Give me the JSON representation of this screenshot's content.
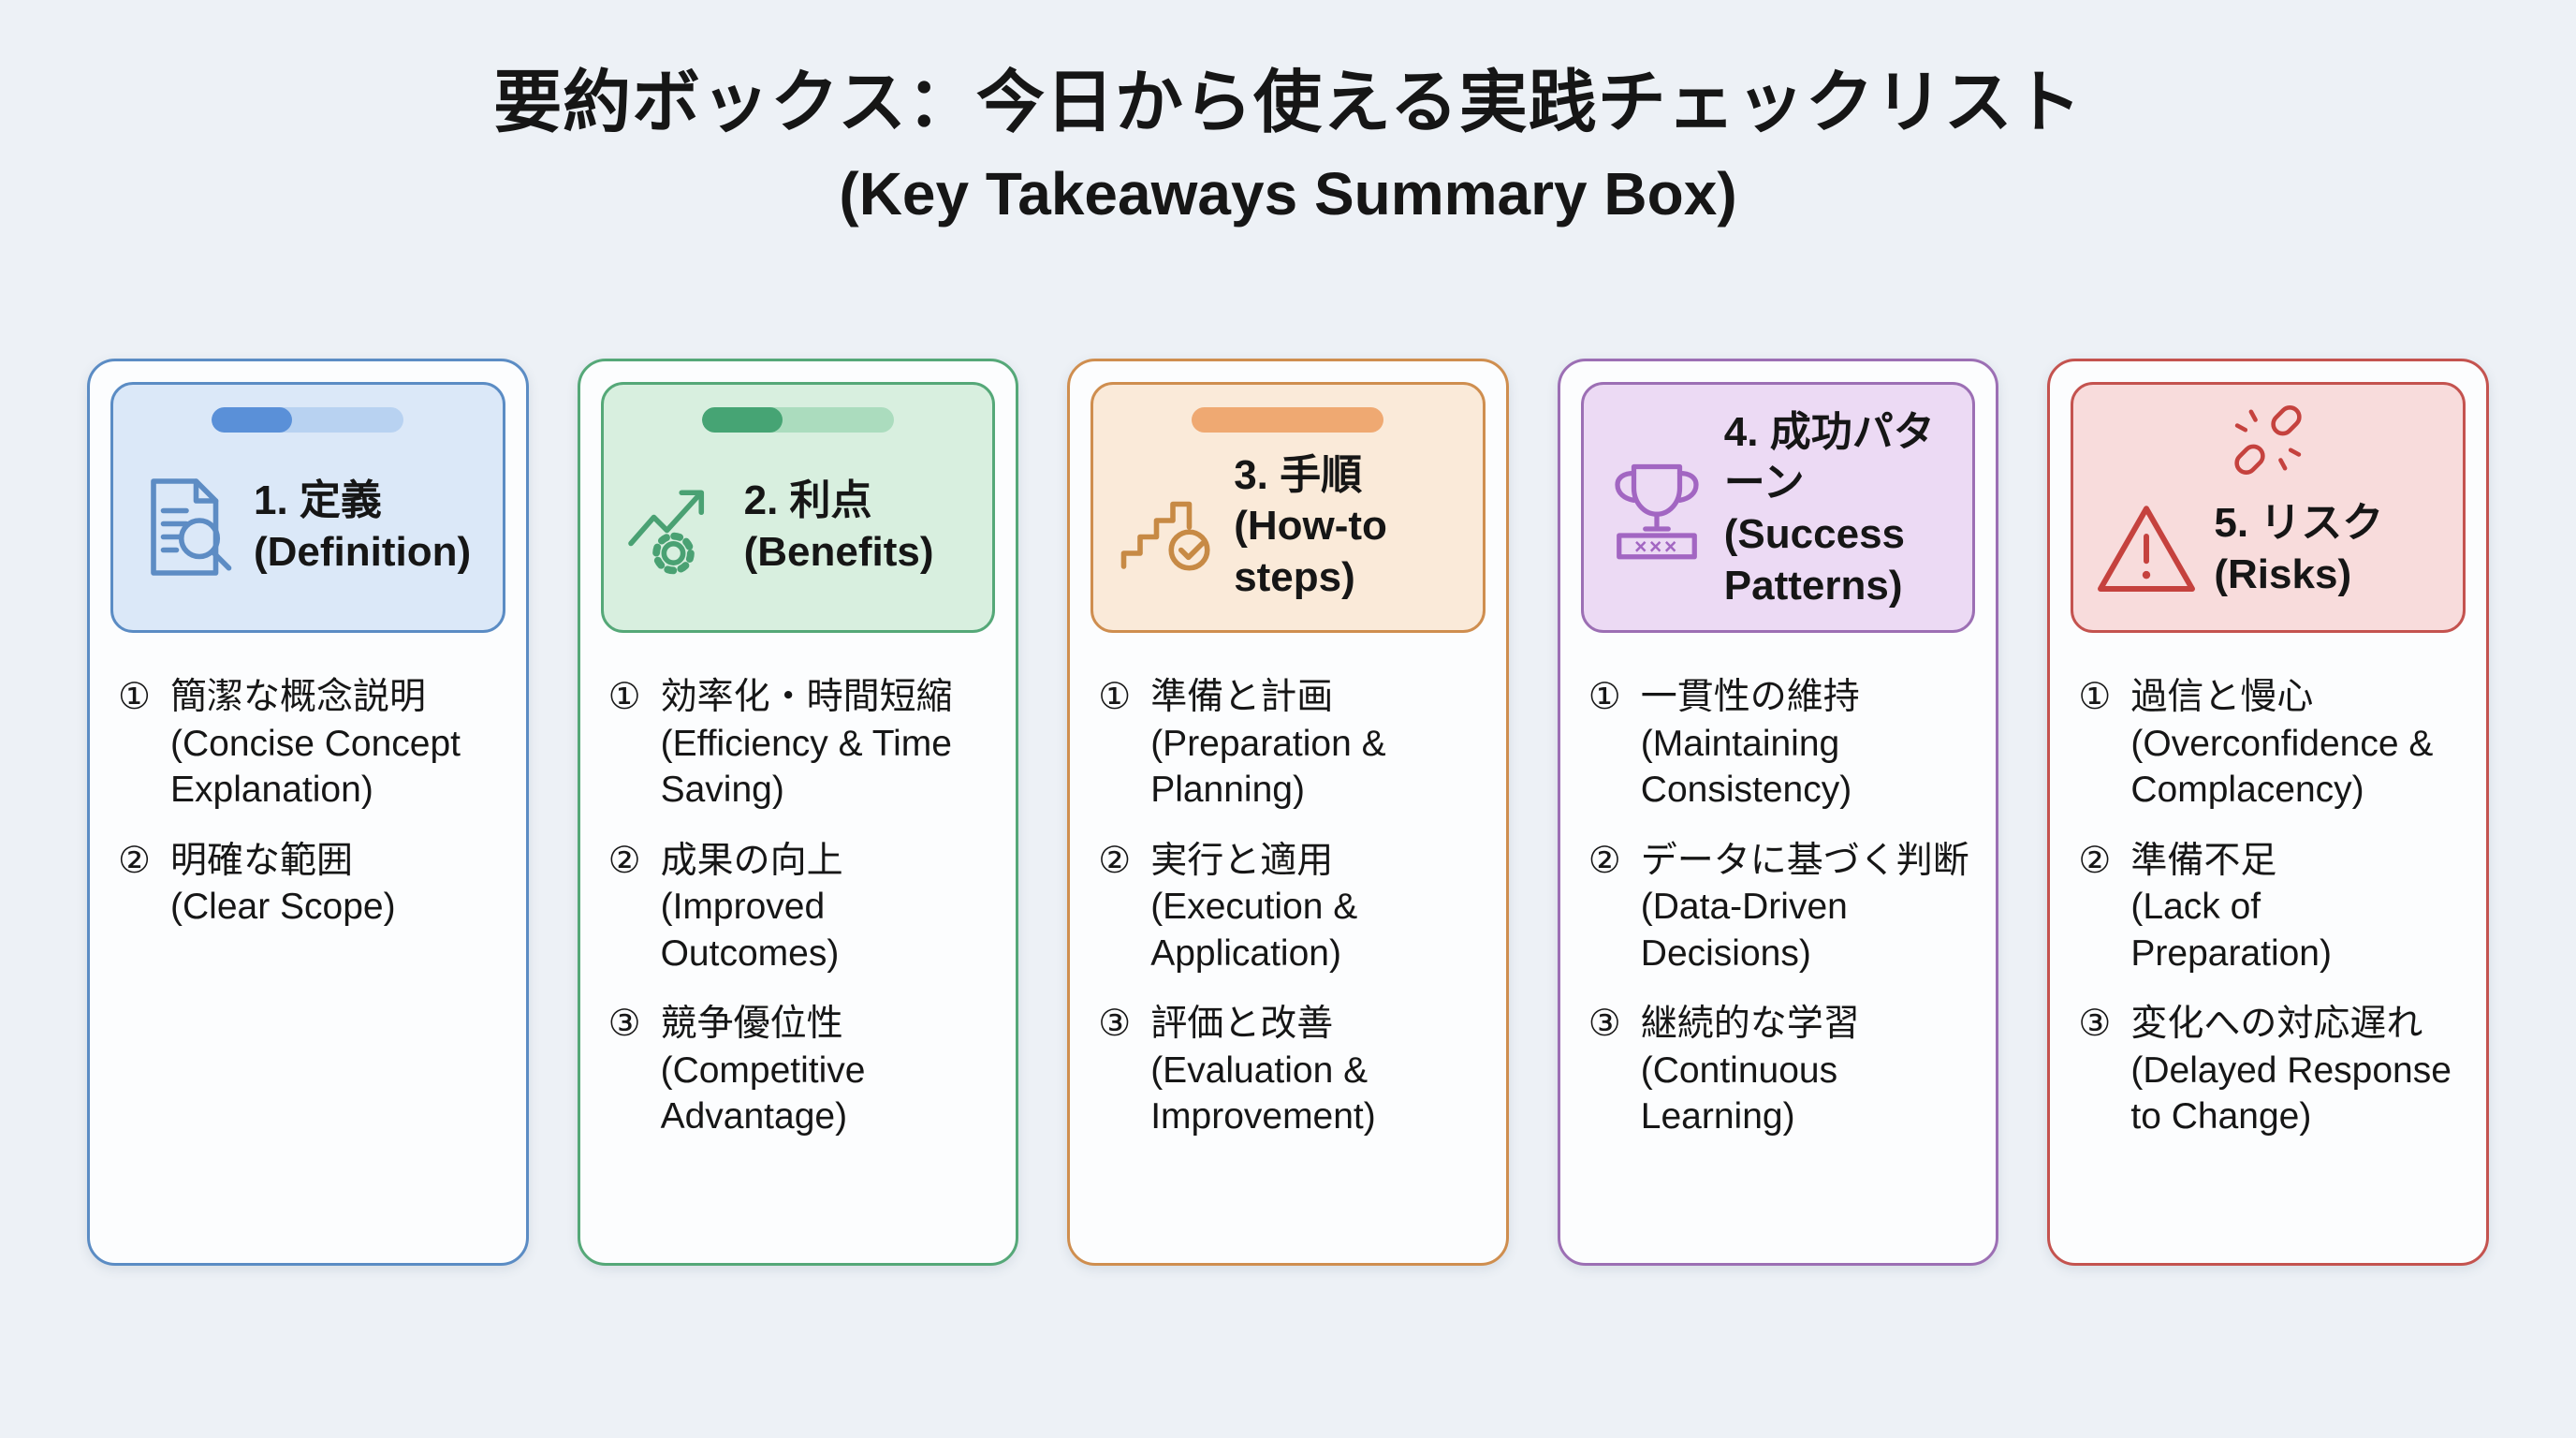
{
  "page": {
    "title_line1": "要約ボックス：今日から使える実践チェックリスト",
    "title_line2": "(Key Takeaways Summary Box)"
  },
  "colors": {
    "background": "#edf1f6",
    "text": "#161616",
    "definition_accent": "#5b8cc4",
    "definition_header_bg": "#dbe8f8",
    "benefits_accent": "#55a878",
    "benefits_header_bg": "#d8efdf",
    "howto_accent": "#cf8e4f",
    "howto_header_bg": "#faead9",
    "success_accent": "#9c6fb4",
    "success_header_bg": "#ecdaf4",
    "risks_accent": "#c4534f",
    "risks_header_bg": "#f8dcdc"
  },
  "cards": [
    {
      "title_ja": "1. 定義",
      "title_en": "(Definition)",
      "icon": "document-search-icon",
      "decoration": "two-tone-progress-pill",
      "items": [
        {
          "num": "①",
          "ja": "簡潔な概念説明",
          "en": "(Concise Concept Explanation)"
        },
        {
          "num": "②",
          "ja": "明確な範囲",
          "en": "(Clear Scope)"
        }
      ]
    },
    {
      "title_ja": "2. 利点",
      "title_en": "(Benefits)",
      "icon": "trending-up-gear-icon",
      "decoration": "two-tone-progress-pill",
      "items": [
        {
          "num": "①",
          "ja": "効率化・時間短縮",
          "en": "(Efficiency & Time Saving)"
        },
        {
          "num": "②",
          "ja": "成果の向上",
          "en": "(Improved Outcomes)"
        },
        {
          "num": "③",
          "ja": "競争優位性",
          "en": "(Competitive Advantage)"
        }
      ]
    },
    {
      "title_ja": "3. 手順",
      "title_en": "(How-to steps)",
      "icon": "stairs-check-icon",
      "decoration": "solid-pill",
      "items": [
        {
          "num": "①",
          "ja": "準備と計画",
          "en": "(Preparation & Planning)"
        },
        {
          "num": "②",
          "ja": "実行と適用",
          "en": "(Execution & Application)"
        },
        {
          "num": "③",
          "ja": "評価と改善",
          "en": "(Evaluation & Improvement)"
        }
      ]
    },
    {
      "title_ja": "4. 成功パターン",
      "title_en": "(Success Patterns)",
      "icon": "trophy-icon",
      "trophy_base_label": "×××",
      "decoration": "none",
      "items": [
        {
          "num": "①",
          "ja": "一貫性の維持",
          "en": "(Maintaining Consistency)"
        },
        {
          "num": "②",
          "ja": "データに基づく判断",
          "en": "(Data-Driven Decisions)"
        },
        {
          "num": "③",
          "ja": "継続的な学習",
          "en": "(Continuous Learning)"
        }
      ]
    },
    {
      "title_ja": "5. リスク",
      "title_en": "(Risks)",
      "icon": "warning-triangle-icon",
      "top_icon": "broken-link-icon",
      "decoration": "broken-link",
      "items": [
        {
          "num": "①",
          "ja": "過信と慢心",
          "en": "(Overconfidence & Complacency)"
        },
        {
          "num": "②",
          "ja": "準備不足",
          "en": "(Lack of Preparation)"
        },
        {
          "num": "③",
          "ja": "変化への対応遅れ",
          "en": "(Delayed Response to Change)"
        }
      ]
    }
  ]
}
